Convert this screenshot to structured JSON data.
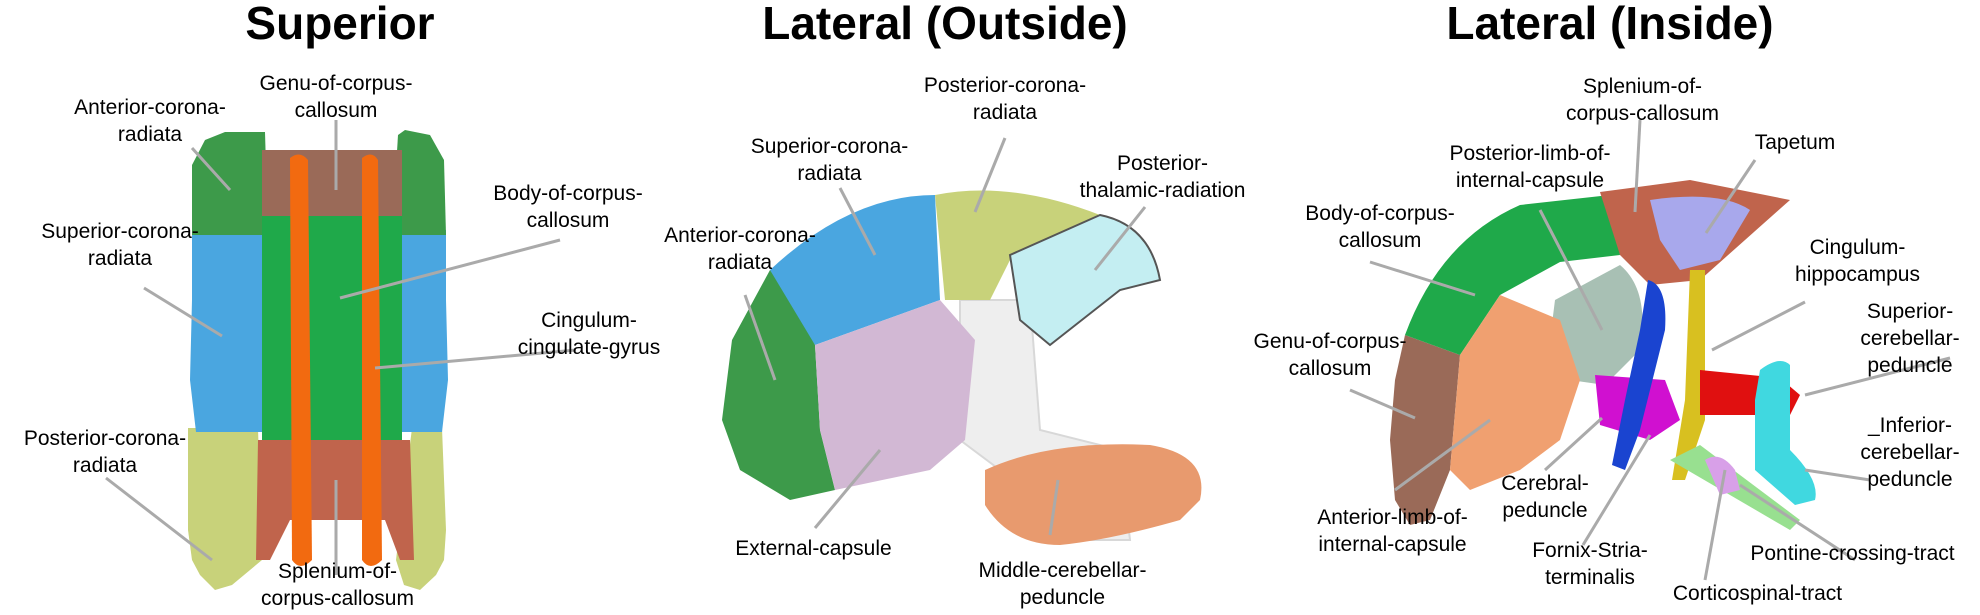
{
  "panels": {
    "superior": {
      "title": "Superior",
      "labels": {
        "anterior_corona_radiata": "Anterior-corona-\nradiata",
        "genu_of_corpus_callosum": "Genu-of-corpus-\ncallosum",
        "body_of_corpus_callosum": "Body-of-corpus-\ncallosum",
        "superior_corona_radiata": "Superior-corona-\nradiata",
        "cingulum_cingulate_gyrus": "Cingulum-\ncingulate-gyrus",
        "posterior_corona_radiata": "Posterior-corona-\nradiata",
        "splenium_of_corpus_callosum": "Splenium-of-\ncorpus-callosum"
      }
    },
    "lateral_outside": {
      "title": "Lateral (Outside)",
      "labels": {
        "posterior_corona_radiata": "Posterior-corona-\nradiata",
        "superior_corona_radiata": "Superior-corona-\nradiata",
        "posterior_thalamic_radiation": "Posterior-\nthalamic-radiation",
        "anterior_corona_radiata": "Anterior-corona-\nradiata",
        "external_capsule": "External-capsule",
        "middle_cerebellar_peduncle": "Middle-cerebellar-\npeduncle"
      }
    },
    "lateral_inside": {
      "title": "Lateral (Inside)",
      "labels": {
        "splenium_of_corpus_callosum": "Splenium-of-\ncorpus-callosum",
        "tapetum": "Tapetum",
        "posterior_limb_of_internal_capsule": "Posterior-limb-of-\ninternal-capsule",
        "body_of_corpus_callosum": "Body-of-corpus-\ncallosum",
        "cingulum_hippocampus": "Cingulum-\nhippocampus",
        "genu_of_corpus_callosum": "Genu-of-corpus-\ncallosum",
        "superior_cerebellar_peduncle": "Superior-\ncerebellar-\npeduncle",
        "inferior_cerebellar_peduncle": "_Inferior-\ncerebellar-\npeduncle",
        "cerebral_peduncle": "Cerebral-\npeduncle",
        "anterior_limb_of_internal_capsule": "Anterior-limb-of-\ninternal-capsule",
        "fornix_stria_terminalis": "Fornix-Stria-\nterminalis",
        "pontine_crossing_tract": "Pontine-crossing-tract",
        "corticospinal_tract": "Corticospinal-tract"
      }
    }
  },
  "colors": {
    "anterior_corona_radiata": "#3d9a4a",
    "superior_corona_radiata": "#4aa6e0",
    "posterior_corona_radiata": "#c8d27a",
    "genu": "#9a6a58",
    "body_cc": "#1fa94a",
    "cingulum": "#f26a10",
    "splenium": "#c0644c",
    "ptr": "#c4eef2",
    "external_capsule": "#d2b8d4",
    "mcp": "#e89a6e",
    "tapetum": "#a8a8ec",
    "plic": "#a8c0b4",
    "alic": "#f0a070",
    "fornix": "#1a44d0",
    "cerebral_peduncle": "#d010d0",
    "cingulum_hippocampus": "#d8c020",
    "scp": "#e01010",
    "icp": "#40d8e0",
    "cst": "#98e090",
    "pct": "#d8a0e8",
    "leader": "#aaaaaa"
  }
}
